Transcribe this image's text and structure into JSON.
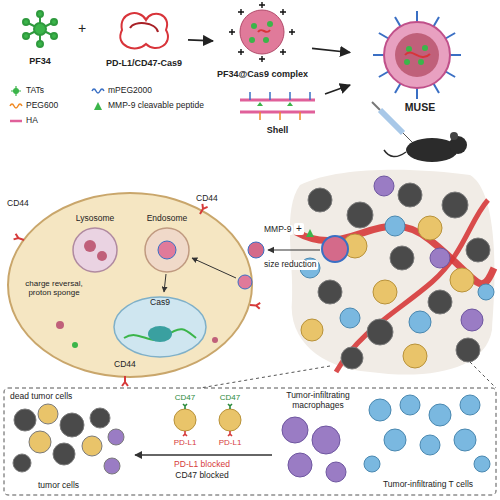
{
  "diagram": {
    "nodes": [
      {
        "text": [
          "PF34"
        ]
      },
      {
        "text": [
          "PD-L1/CD47-Cas9"
        ]
      },
      {
        "text": [
          "PF34@Cas9 complex"
        ]
      },
      {
        "text": [
          "MUSE"
        ]
      },
      {
        "text": [
          "Shell"
        ]
      }
    ],
    "edges": [
      {
        "from": 1,
        "to": 2,
        "arrow": "to"
      },
      {
        "from": 2,
        "to": 3,
        "arrow": "to"
      },
      {
        "from": 4,
        "to": 3,
        "arrow": "to"
      }
    ],
    "labels": [
      "+",
      "CD44",
      "CD44",
      "CD44",
      "Lysosome",
      "Endosome",
      "Cas9",
      "charge reversal, proton sponge",
      "MMP-9",
      "+",
      "size reduction",
      "dead tumor cells",
      "tumor cells",
      "CD47",
      "CD47",
      "PD-L1",
      "PD-L1",
      "PD-L1 blocked",
      "CD47 blocked",
      "Tumor-infiltrating macrophages",
      "Tumor-infiltrating T cells"
    ],
    "legend": [
      {
        "text": "TATs"
      },
      {
        "text": "mPEG2000"
      },
      {
        "text": "PEG600"
      },
      {
        "text": "MMP-9 cleavable peptide"
      },
      {
        "text": "HA"
      }
    ]
  }
}
